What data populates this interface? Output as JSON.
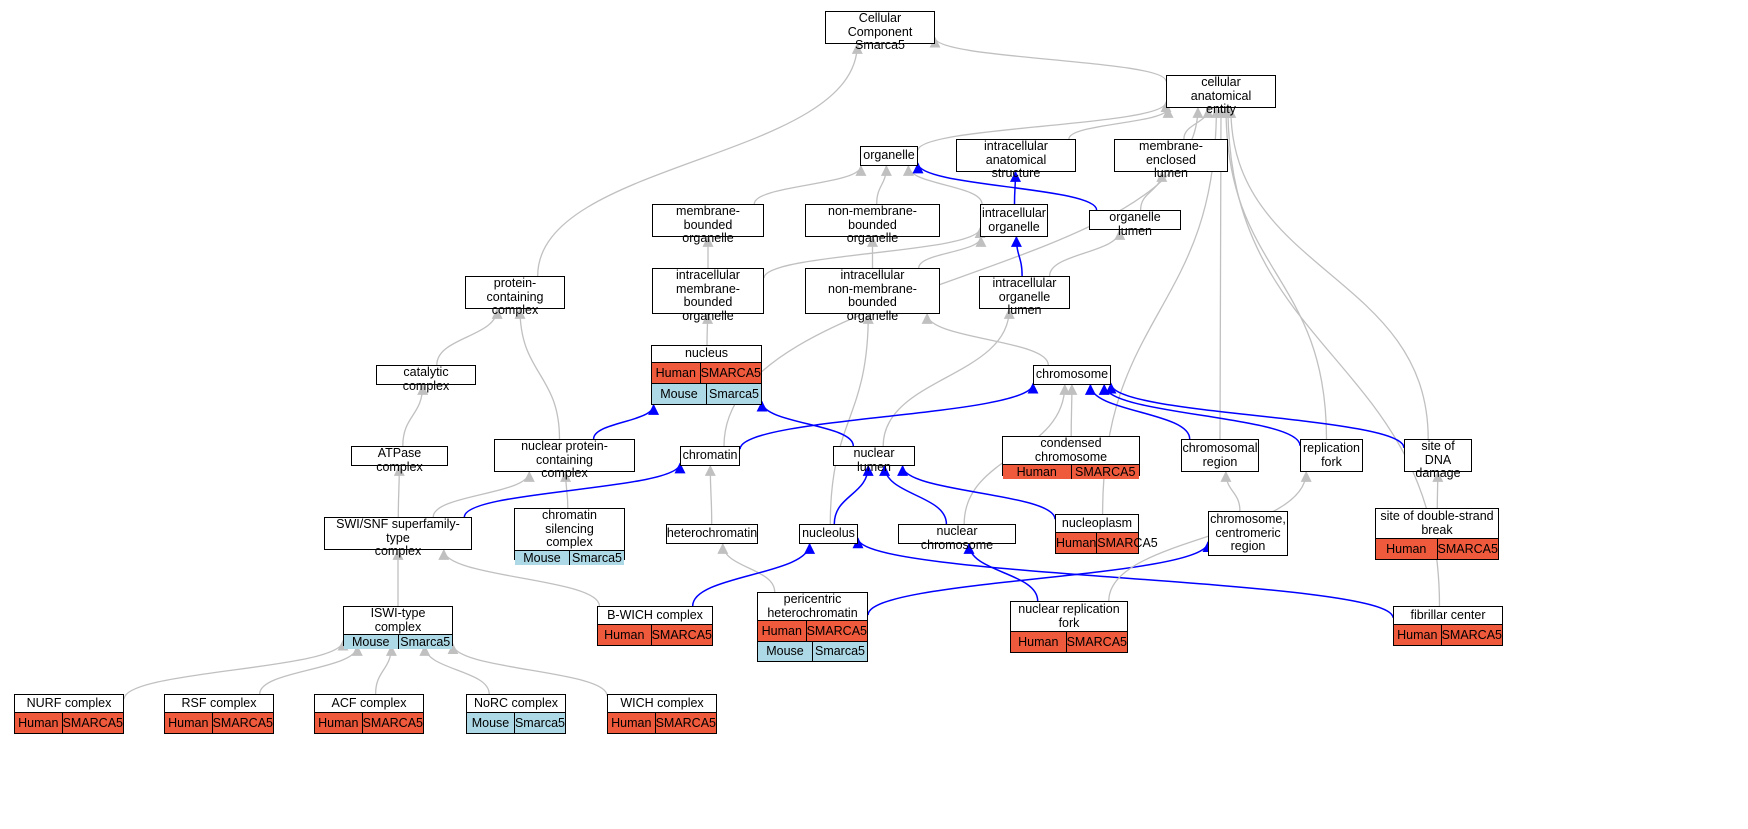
{
  "colors": {
    "edge_gray": "#c0c0c0",
    "edge_blue": "#0000ff",
    "human": "#f05a3c",
    "mouse": "#add8e6"
  },
  "nodes": [
    {
      "id": "cc",
      "label": "Cellular Component\nSmarca5",
      "rows": []
    },
    {
      "id": "cae",
      "label": "cellular anatomical\nentity",
      "rows": []
    },
    {
      "id": "organelle",
      "label": "organelle",
      "rows": []
    },
    {
      "id": "ias",
      "label": "intracellular\nanatomical structure",
      "rows": []
    },
    {
      "id": "mel",
      "label": "membrane-enclosed\nlumen",
      "rows": []
    },
    {
      "id": "mbo",
      "label": "membrane-bounded\norganelle",
      "rows": []
    },
    {
      "id": "nmbo",
      "label": "non-membrane-bounded\norganelle",
      "rows": []
    },
    {
      "id": "io",
      "label": "intracellular\norganelle",
      "rows": []
    },
    {
      "id": "ol",
      "label": "organelle lumen",
      "rows": []
    },
    {
      "id": "pcc",
      "label": "protein-containing\ncomplex",
      "rows": []
    },
    {
      "id": "imbo",
      "label": "intracellular\nmembrane-bounded\norganelle",
      "rows": []
    },
    {
      "id": "inmbo",
      "label": "intracellular\nnon-membrane-bounded\norganelle",
      "rows": []
    },
    {
      "id": "iol",
      "label": "intracellular\norganelle lumen",
      "rows": []
    },
    {
      "id": "catc",
      "label": "catalytic complex",
      "rows": []
    },
    {
      "id": "nucleus",
      "label": "nucleus",
      "rows": [
        [
          "Human",
          "SMARCA5"
        ],
        [
          "Mouse",
          "Smarca5"
        ]
      ]
    },
    {
      "id": "chromosome",
      "label": "chromosome",
      "rows": []
    },
    {
      "id": "atpase",
      "label": "ATPase complex",
      "rows": []
    },
    {
      "id": "npcc",
      "label": "nuclear protein-containing\ncomplex",
      "rows": []
    },
    {
      "id": "chromatin",
      "label": "chromatin",
      "rows": []
    },
    {
      "id": "nlumen",
      "label": "nuclear lumen",
      "rows": []
    },
    {
      "id": "condensed",
      "label": "condensed chromosome",
      "rows": [
        [
          "Human",
          "SMARCA5"
        ]
      ]
    },
    {
      "id": "chromreg",
      "label": "chromosomal\nregion",
      "rows": []
    },
    {
      "id": "repfork",
      "label": "replication\nfork",
      "rows": []
    },
    {
      "id": "dnadmg",
      "label": "site of DNA\ndamage",
      "rows": []
    },
    {
      "id": "swisnf",
      "label": "SWI/SNF superfamily-type\ncomplex",
      "rows": []
    },
    {
      "id": "csc",
      "label": "chromatin silencing\ncomplex",
      "rows": [
        [
          "Mouse",
          "Smarca5"
        ]
      ]
    },
    {
      "id": "hetero",
      "label": "heterochromatin",
      "rows": []
    },
    {
      "id": "nucleolus",
      "label": "nucleolus",
      "rows": []
    },
    {
      "id": "nchrom",
      "label": "nuclear chromosome",
      "rows": []
    },
    {
      "id": "nucleoplasm",
      "label": "nucleoplasm",
      "rows": [
        [
          "Human",
          "SMARCA5"
        ]
      ]
    },
    {
      "id": "centro",
      "label": "chromosome,\ncentromeric\nregion",
      "rows": []
    },
    {
      "id": "dsb",
      "label": "site of double-strand\nbreak",
      "rows": [
        [
          "Human",
          "SMARCA5"
        ]
      ]
    },
    {
      "id": "iswi",
      "label": "ISWI-type complex",
      "rows": [
        [
          "Mouse",
          "Smarca5"
        ]
      ]
    },
    {
      "id": "bwich",
      "label": "B-WICH complex",
      "rows": [
        [
          "Human",
          "SMARCA5"
        ]
      ]
    },
    {
      "id": "pericent",
      "label": "pericentric\nheterochromatin",
      "rows": [
        [
          "Human",
          "SMARCA5"
        ],
        [
          "Mouse",
          "Smarca5"
        ]
      ]
    },
    {
      "id": "nrf",
      "label": "nuclear replication\nfork",
      "rows": [
        [
          "Human",
          "SMARCA5"
        ]
      ]
    },
    {
      "id": "fibc",
      "label": "fibrillar center",
      "rows": [
        [
          "Human",
          "SMARCA5"
        ]
      ]
    },
    {
      "id": "nurf",
      "label": "NURF complex",
      "rows": [
        [
          "Human",
          "SMARCA5"
        ]
      ]
    },
    {
      "id": "rsf",
      "label": "RSF complex",
      "rows": [
        [
          "Human",
          "SMARCA5"
        ]
      ]
    },
    {
      "id": "acf",
      "label": "ACF complex",
      "rows": [
        [
          "Human",
          "SMARCA5"
        ]
      ]
    },
    {
      "id": "norc",
      "label": "NoRC complex",
      "rows": [
        [
          "Mouse",
          "Smarca5"
        ]
      ]
    },
    {
      "id": "wich",
      "label": "WICH complex",
      "rows": [
        [
          "Human",
          "SMARCA5"
        ]
      ]
    }
  ],
  "edges": [
    {
      "from": "cae",
      "to": "cc",
      "type": "gray"
    },
    {
      "from": "pcc",
      "to": "cc",
      "type": "gray"
    },
    {
      "from": "organelle",
      "to": "cae",
      "type": "gray"
    },
    {
      "from": "ias",
      "to": "cae",
      "type": "gray"
    },
    {
      "from": "mel",
      "to": "cae",
      "type": "gray"
    },
    {
      "from": "chromatin",
      "to": "cae",
      "type": "gray"
    },
    {
      "from": "chromreg",
      "to": "cae",
      "type": "gray"
    },
    {
      "from": "repfork",
      "to": "cae",
      "type": "gray"
    },
    {
      "from": "dnadmg",
      "to": "cae",
      "type": "gray"
    },
    {
      "from": "nucleoplasm",
      "to": "cae",
      "type": "gray"
    },
    {
      "from": "fibc",
      "to": "cae",
      "type": "gray"
    },
    {
      "from": "mbo",
      "to": "organelle",
      "type": "gray"
    },
    {
      "from": "nmbo",
      "to": "organelle",
      "type": "gray"
    },
    {
      "from": "io",
      "to": "organelle",
      "type": "gray"
    },
    {
      "from": "ol",
      "to": "organelle",
      "type": "blue"
    },
    {
      "from": "io",
      "to": "ias",
      "type": "blue"
    },
    {
      "from": "ol",
      "to": "mel",
      "type": "gray"
    },
    {
      "from": "imbo",
      "to": "mbo",
      "type": "gray"
    },
    {
      "from": "inmbo",
      "to": "nmbo",
      "type": "gray"
    },
    {
      "from": "imbo",
      "to": "io",
      "type": "gray"
    },
    {
      "from": "inmbo",
      "to": "io",
      "type": "gray"
    },
    {
      "from": "iol",
      "to": "io",
      "type": "blue"
    },
    {
      "from": "iol",
      "to": "ol",
      "type": "gray"
    },
    {
      "from": "catc",
      "to": "pcc",
      "type": "gray"
    },
    {
      "from": "npcc",
      "to": "pcc",
      "type": "gray"
    },
    {
      "from": "nucleus",
      "to": "imbo",
      "type": "gray"
    },
    {
      "from": "chromosome",
      "to": "inmbo",
      "type": "gray"
    },
    {
      "from": "nucleolus",
      "to": "inmbo",
      "type": "gray"
    },
    {
      "from": "nlumen",
      "to": "iol",
      "type": "gray"
    },
    {
      "from": "atpase",
      "to": "catc",
      "type": "gray"
    },
    {
      "from": "npcc",
      "to": "nucleus",
      "type": "blue"
    },
    {
      "from": "nlumen",
      "to": "nucleus",
      "type": "blue"
    },
    {
      "from": "chromatin",
      "to": "chromosome",
      "type": "blue"
    },
    {
      "from": "condensed",
      "to": "chromosome",
      "type": "gray"
    },
    {
      "from": "chromreg",
      "to": "chromosome",
      "type": "blue"
    },
    {
      "from": "repfork",
      "to": "chromosome",
      "type": "blue"
    },
    {
      "from": "dnadmg",
      "to": "chromosome",
      "type": "blue"
    },
    {
      "from": "nchrom",
      "to": "chromosome",
      "type": "gray"
    },
    {
      "from": "swisnf",
      "to": "atpase",
      "type": "gray"
    },
    {
      "from": "swisnf",
      "to": "npcc",
      "type": "gray"
    },
    {
      "from": "csc",
      "to": "npcc",
      "type": "gray"
    },
    {
      "from": "swisnf",
      "to": "chromatin",
      "type": "blue"
    },
    {
      "from": "hetero",
      "to": "chromatin",
      "type": "gray"
    },
    {
      "from": "nucleolus",
      "to": "nlumen",
      "type": "blue"
    },
    {
      "from": "nchrom",
      "to": "nlumen",
      "type": "blue"
    },
    {
      "from": "nucleoplasm",
      "to": "nlumen",
      "type": "blue"
    },
    {
      "from": "centro",
      "to": "chromreg",
      "type": "gray"
    },
    {
      "from": "dsb",
      "to": "dnadmg",
      "type": "gray"
    },
    {
      "from": "iswi",
      "to": "swisnf",
      "type": "gray"
    },
    {
      "from": "bwich",
      "to": "swisnf",
      "type": "gray"
    },
    {
      "from": "pericent",
      "to": "hetero",
      "type": "gray"
    },
    {
      "from": "bwich",
      "to": "nucleolus",
      "type": "blue"
    },
    {
      "from": "fibc",
      "to": "nucleolus",
      "type": "blue"
    },
    {
      "from": "nrf",
      "to": "nchrom",
      "type": "blue"
    },
    {
      "from": "pericent",
      "to": "centro",
      "type": "blue"
    },
    {
      "from": "nrf",
      "to": "repfork",
      "type": "gray"
    },
    {
      "from": "nurf",
      "to": "iswi",
      "type": "gray"
    },
    {
      "from": "rsf",
      "to": "iswi",
      "type": "gray"
    },
    {
      "from": "acf",
      "to": "iswi",
      "type": "gray"
    },
    {
      "from": "norc",
      "to": "iswi",
      "type": "gray"
    },
    {
      "from": "wich",
      "to": "iswi",
      "type": "gray"
    }
  ]
}
